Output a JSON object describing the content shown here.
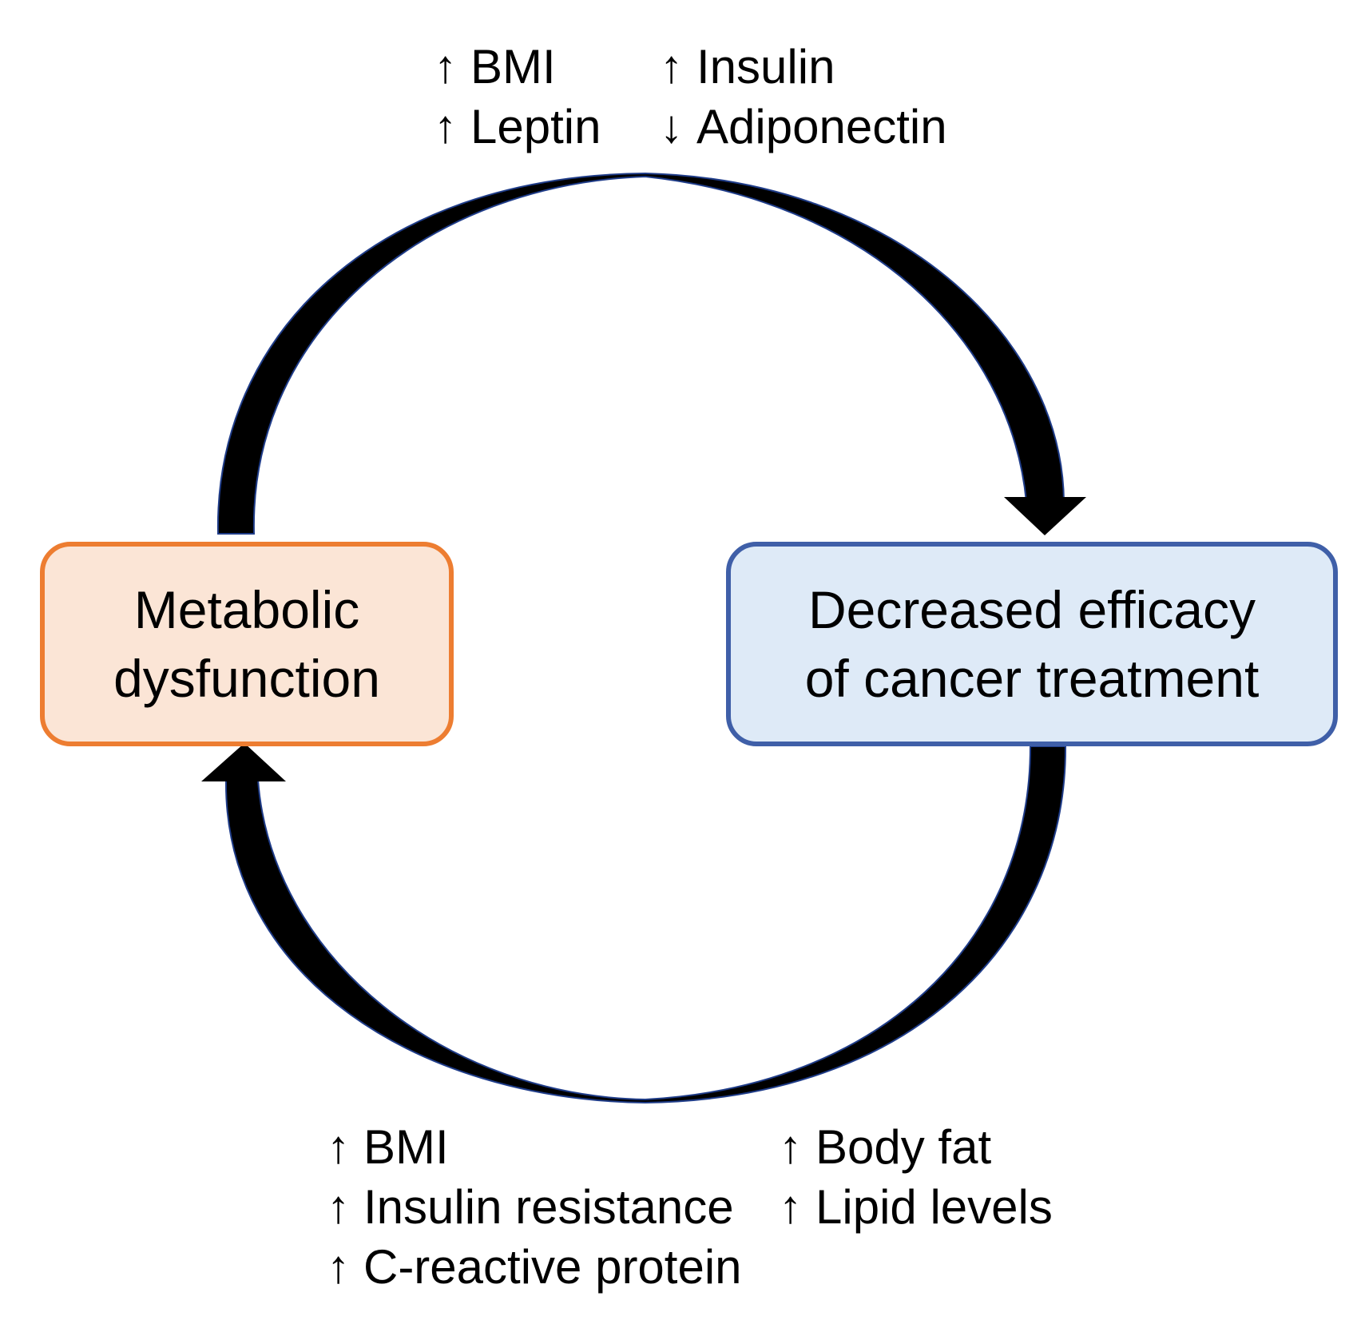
{
  "nodes": {
    "left": {
      "lines": [
        "Metabolic",
        "dysfunction"
      ],
      "color": "#ed7d31",
      "fill": "#fbe5d6"
    },
    "right": {
      "lines": [
        "Decreased efficacy",
        "of cancer treatment"
      ],
      "color": "#3f5fa8",
      "fill": "#deeaf7"
    }
  },
  "arrow_color": "#000000",
  "top_factors": [
    [
      {
        "icon": "up-arrow-icon",
        "symbol": "↑",
        "label": "BMI"
      },
      {
        "icon": "up-arrow-icon",
        "symbol": "↑",
        "label": "Leptin"
      }
    ],
    [
      {
        "icon": "up-arrow-icon",
        "symbol": "↑",
        "label": "Insulin"
      },
      {
        "icon": "down-arrow-icon",
        "symbol": "↓",
        "label": "Adiponectin"
      }
    ]
  ],
  "bottom_factors": [
    [
      {
        "icon": "up-arrow-icon",
        "symbol": "↑",
        "label": "BMI"
      },
      {
        "icon": "up-arrow-icon",
        "symbol": "↑",
        "label": "Insulin resistance"
      },
      {
        "icon": "up-arrow-icon",
        "symbol": "↑",
        "label": "C-reactive protein"
      }
    ],
    [
      {
        "icon": "up-arrow-icon",
        "symbol": "↑",
        "label": "Body fat"
      },
      {
        "icon": "up-arrow-icon",
        "symbol": "↑",
        "label": "Lipid levels"
      }
    ]
  ]
}
